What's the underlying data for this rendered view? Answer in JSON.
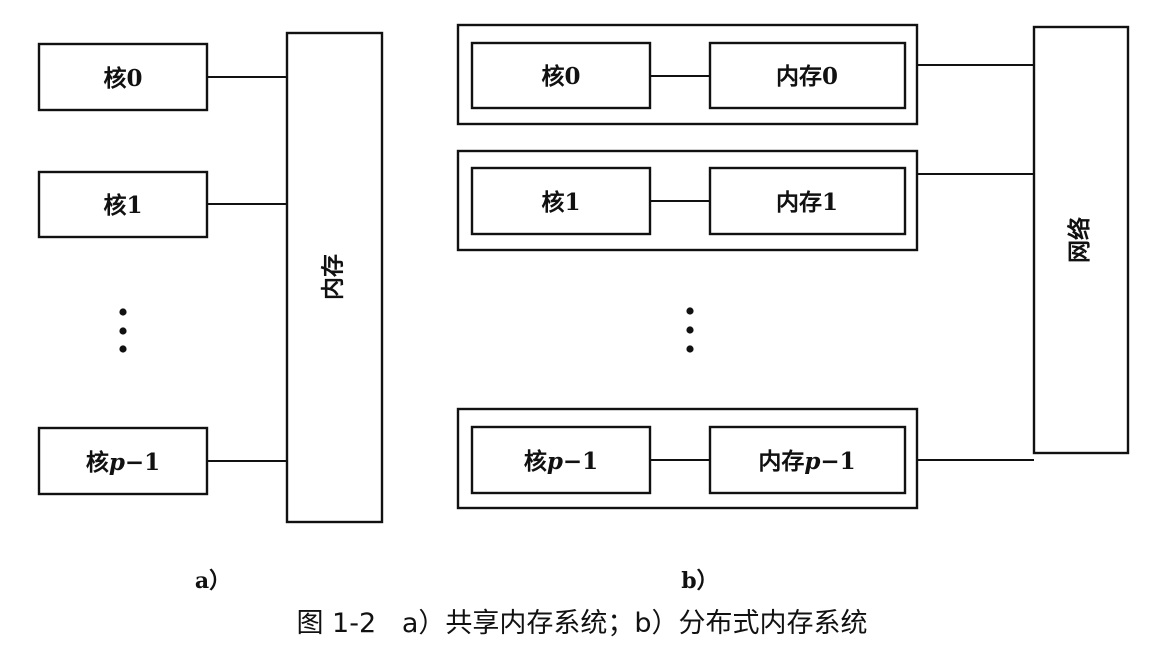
{
  "figure": {
    "caption": "图 1-2   a）共享内存系统；b）分布式内存系统",
    "panel_a": {
      "label": "a）",
      "title": "共享内存系统",
      "cores": [
        {
          "label": "核0"
        },
        {
          "label": "核1"
        },
        {
          "label": "核p-1",
          "prefix": "核",
          "var": "p",
          "suffix": "−1"
        }
      ],
      "ellipsis": "⋮",
      "shared_memory_label": "内存",
      "edges": [
        [
          "核0",
          "内存"
        ],
        [
          "核1",
          "内存"
        ],
        [
          "核p-1",
          "内存"
        ]
      ]
    },
    "panel_b": {
      "label": "b）",
      "title": "分布式内存系统",
      "nodes": [
        {
          "core": "核0",
          "memory": "内存0"
        },
        {
          "core": "核1",
          "memory": "内存1"
        },
        {
          "core": "核p-1",
          "core_prefix": "核",
          "memory": "内存p-1",
          "memory_prefix": "内存",
          "var": "p",
          "suffix": "−1"
        }
      ],
      "ellipsis": "⋮",
      "network_label": "网络",
      "edges": [
        [
          "核0",
          "内存0"
        ],
        [
          "核1",
          "内存1"
        ],
        [
          "核p-1",
          "内存p-1"
        ],
        [
          "node0",
          "网络"
        ],
        [
          "node1",
          "网络"
        ],
        [
          "node p-1",
          "网络"
        ]
      ]
    }
  }
}
